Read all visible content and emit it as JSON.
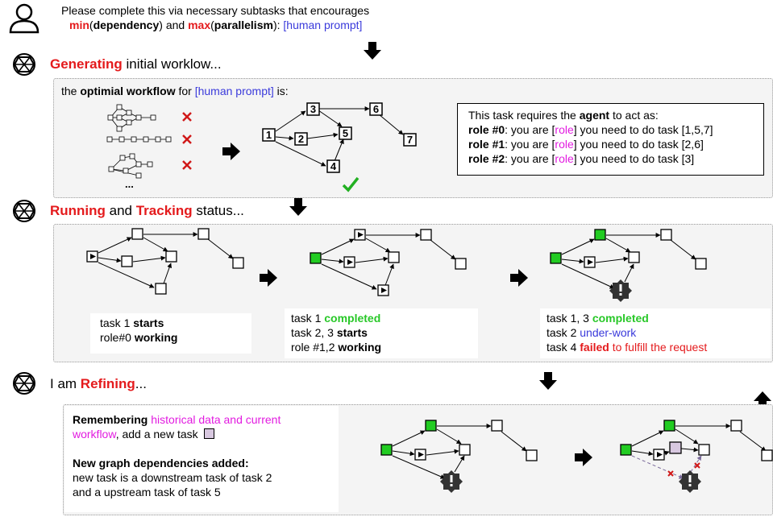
{
  "header": {
    "prompt_line1": "Please complete this via necessary subtasks that encourages",
    "min": "min",
    "dependency": "dependency",
    "max": "max",
    "parallelism": "parallelism",
    "human_prompt": "[human prompt]"
  },
  "step1": {
    "title_red": "Generating",
    "title_rest": " initial worklow..."
  },
  "panel1": {
    "line_prefix": "the ",
    "optimal": "optimial workflow",
    "line_for": " for ",
    "human_prompt": "[human prompt]",
    "line_is": " is:",
    "ellipsis": "...",
    "nodes": [
      "1",
      "2",
      "3",
      "4",
      "5",
      "6",
      "7"
    ],
    "roles_intro": "This task requires the ",
    "agent": "agent",
    "roles_intro_end": " to act as:",
    "roles": [
      {
        "name": "role #0",
        "pre": ": you are  [",
        "role": "role",
        "post": "] you need to do task [1,5,7]"
      },
      {
        "name": "role #1",
        "pre": ": you are  [",
        "role": "role",
        "post": "] you need to do task [2,6]"
      },
      {
        "name": "role #2",
        "pre": ": you are  [",
        "role": "role",
        "post": "] you need to do task [3]"
      }
    ]
  },
  "step2": {
    "running": "Running",
    "and": " and ",
    "tracking": "Tracking",
    "rest": " status..."
  },
  "panel2": {
    "s1": {
      "a": "task 1 ",
      "a_b": "starts",
      "b": "role#0 ",
      "b_b": "working"
    },
    "s2": {
      "a": "task 1 ",
      "a_g": "completed",
      "b": "task 2, 3 ",
      "b_b": "starts",
      "c": "role #1,2 ",
      "c_b": "working"
    },
    "s3": {
      "a": "task 1, 3 ",
      "a_g": "completed",
      "b": "task 2 ",
      "b_u": "under-work",
      "c": "task 4 ",
      "c_f": "failed",
      "c_r": " to fulfill the request"
    }
  },
  "step3": {
    "pre": "I am ",
    "refining": "Refining",
    "post": "..."
  },
  "panel3": {
    "remembering": "Remembering",
    "hist": " historical data and current",
    "workflow": "workflow",
    "add": ", add a new task",
    "new_deps": "New graph dependencies added:",
    "line1": "new task is a downstream task of task 2",
    "line2": "and a upstream task of task 5"
  },
  "colors": {
    "red": "#e41a1c",
    "green": "#22cc22",
    "blue": "#3a3adb",
    "pink": "#e21be0",
    "newtask": "#d8c8e0"
  }
}
